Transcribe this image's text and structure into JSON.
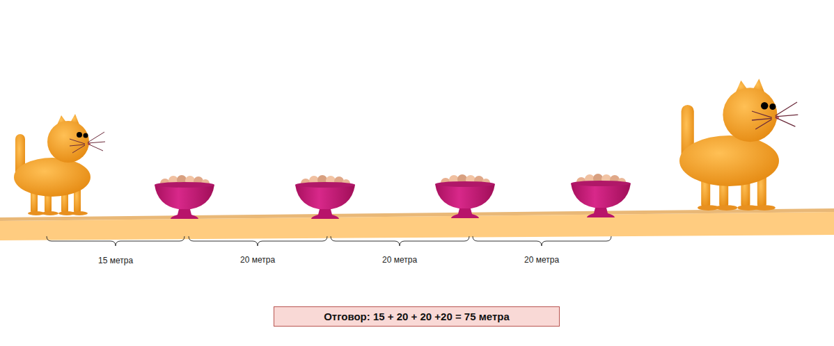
{
  "diagram": {
    "nodes": [
      {
        "text": [
          "Отговор: 15 + 20 + 20 +20 = 75 метра"
        ]
      }
    ],
    "labels": [
      "15 метра",
      "20 метра",
      "20 метра",
      "20 метра"
    ]
  }
}
